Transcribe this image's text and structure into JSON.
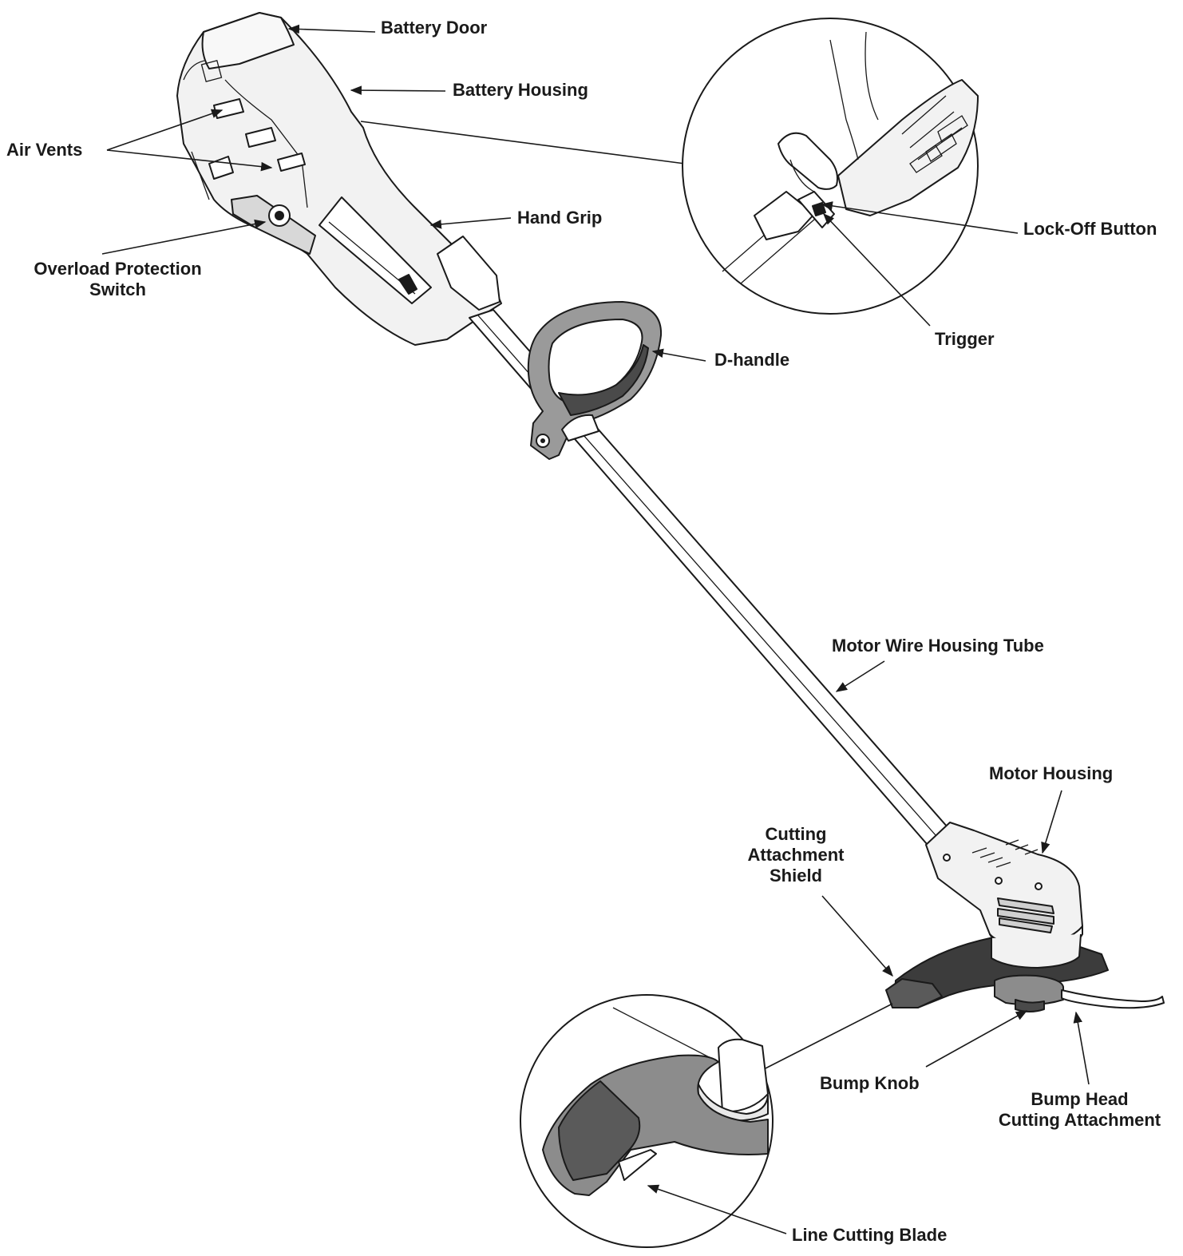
{
  "labels": {
    "battery_door": "Battery Door",
    "battery_housing": "Battery Housing",
    "air_vents": "Air Vents",
    "hand_grip": "Hand Grip",
    "overload_protection_switch_line1": "Overload Protection",
    "overload_protection_switch_line2": "Switch",
    "lock_off_button": "Lock-Off Button",
    "trigger": "Trigger",
    "d_handle": "D-handle",
    "motor_wire_housing_tube": "Motor Wire Housing Tube",
    "motor_housing": "Motor Housing",
    "cutting_attachment_shield_line1": "Cutting",
    "cutting_attachment_shield_line2": "Attachment",
    "cutting_attachment_shield_line3": "Shield",
    "bump_knob": "Bump Knob",
    "bump_head_line1": "Bump Head",
    "bump_head_line2": "Cutting Attachment",
    "line_cutting_blade": "Line Cutting Blade"
  },
  "colors": {
    "outline": "#1a1a1a",
    "body_light": "#f2f2f2",
    "body_mid": "#8c8c8c",
    "body_dark": "#4a4a4a",
    "shield_dark": "#3c3c3c"
  }
}
